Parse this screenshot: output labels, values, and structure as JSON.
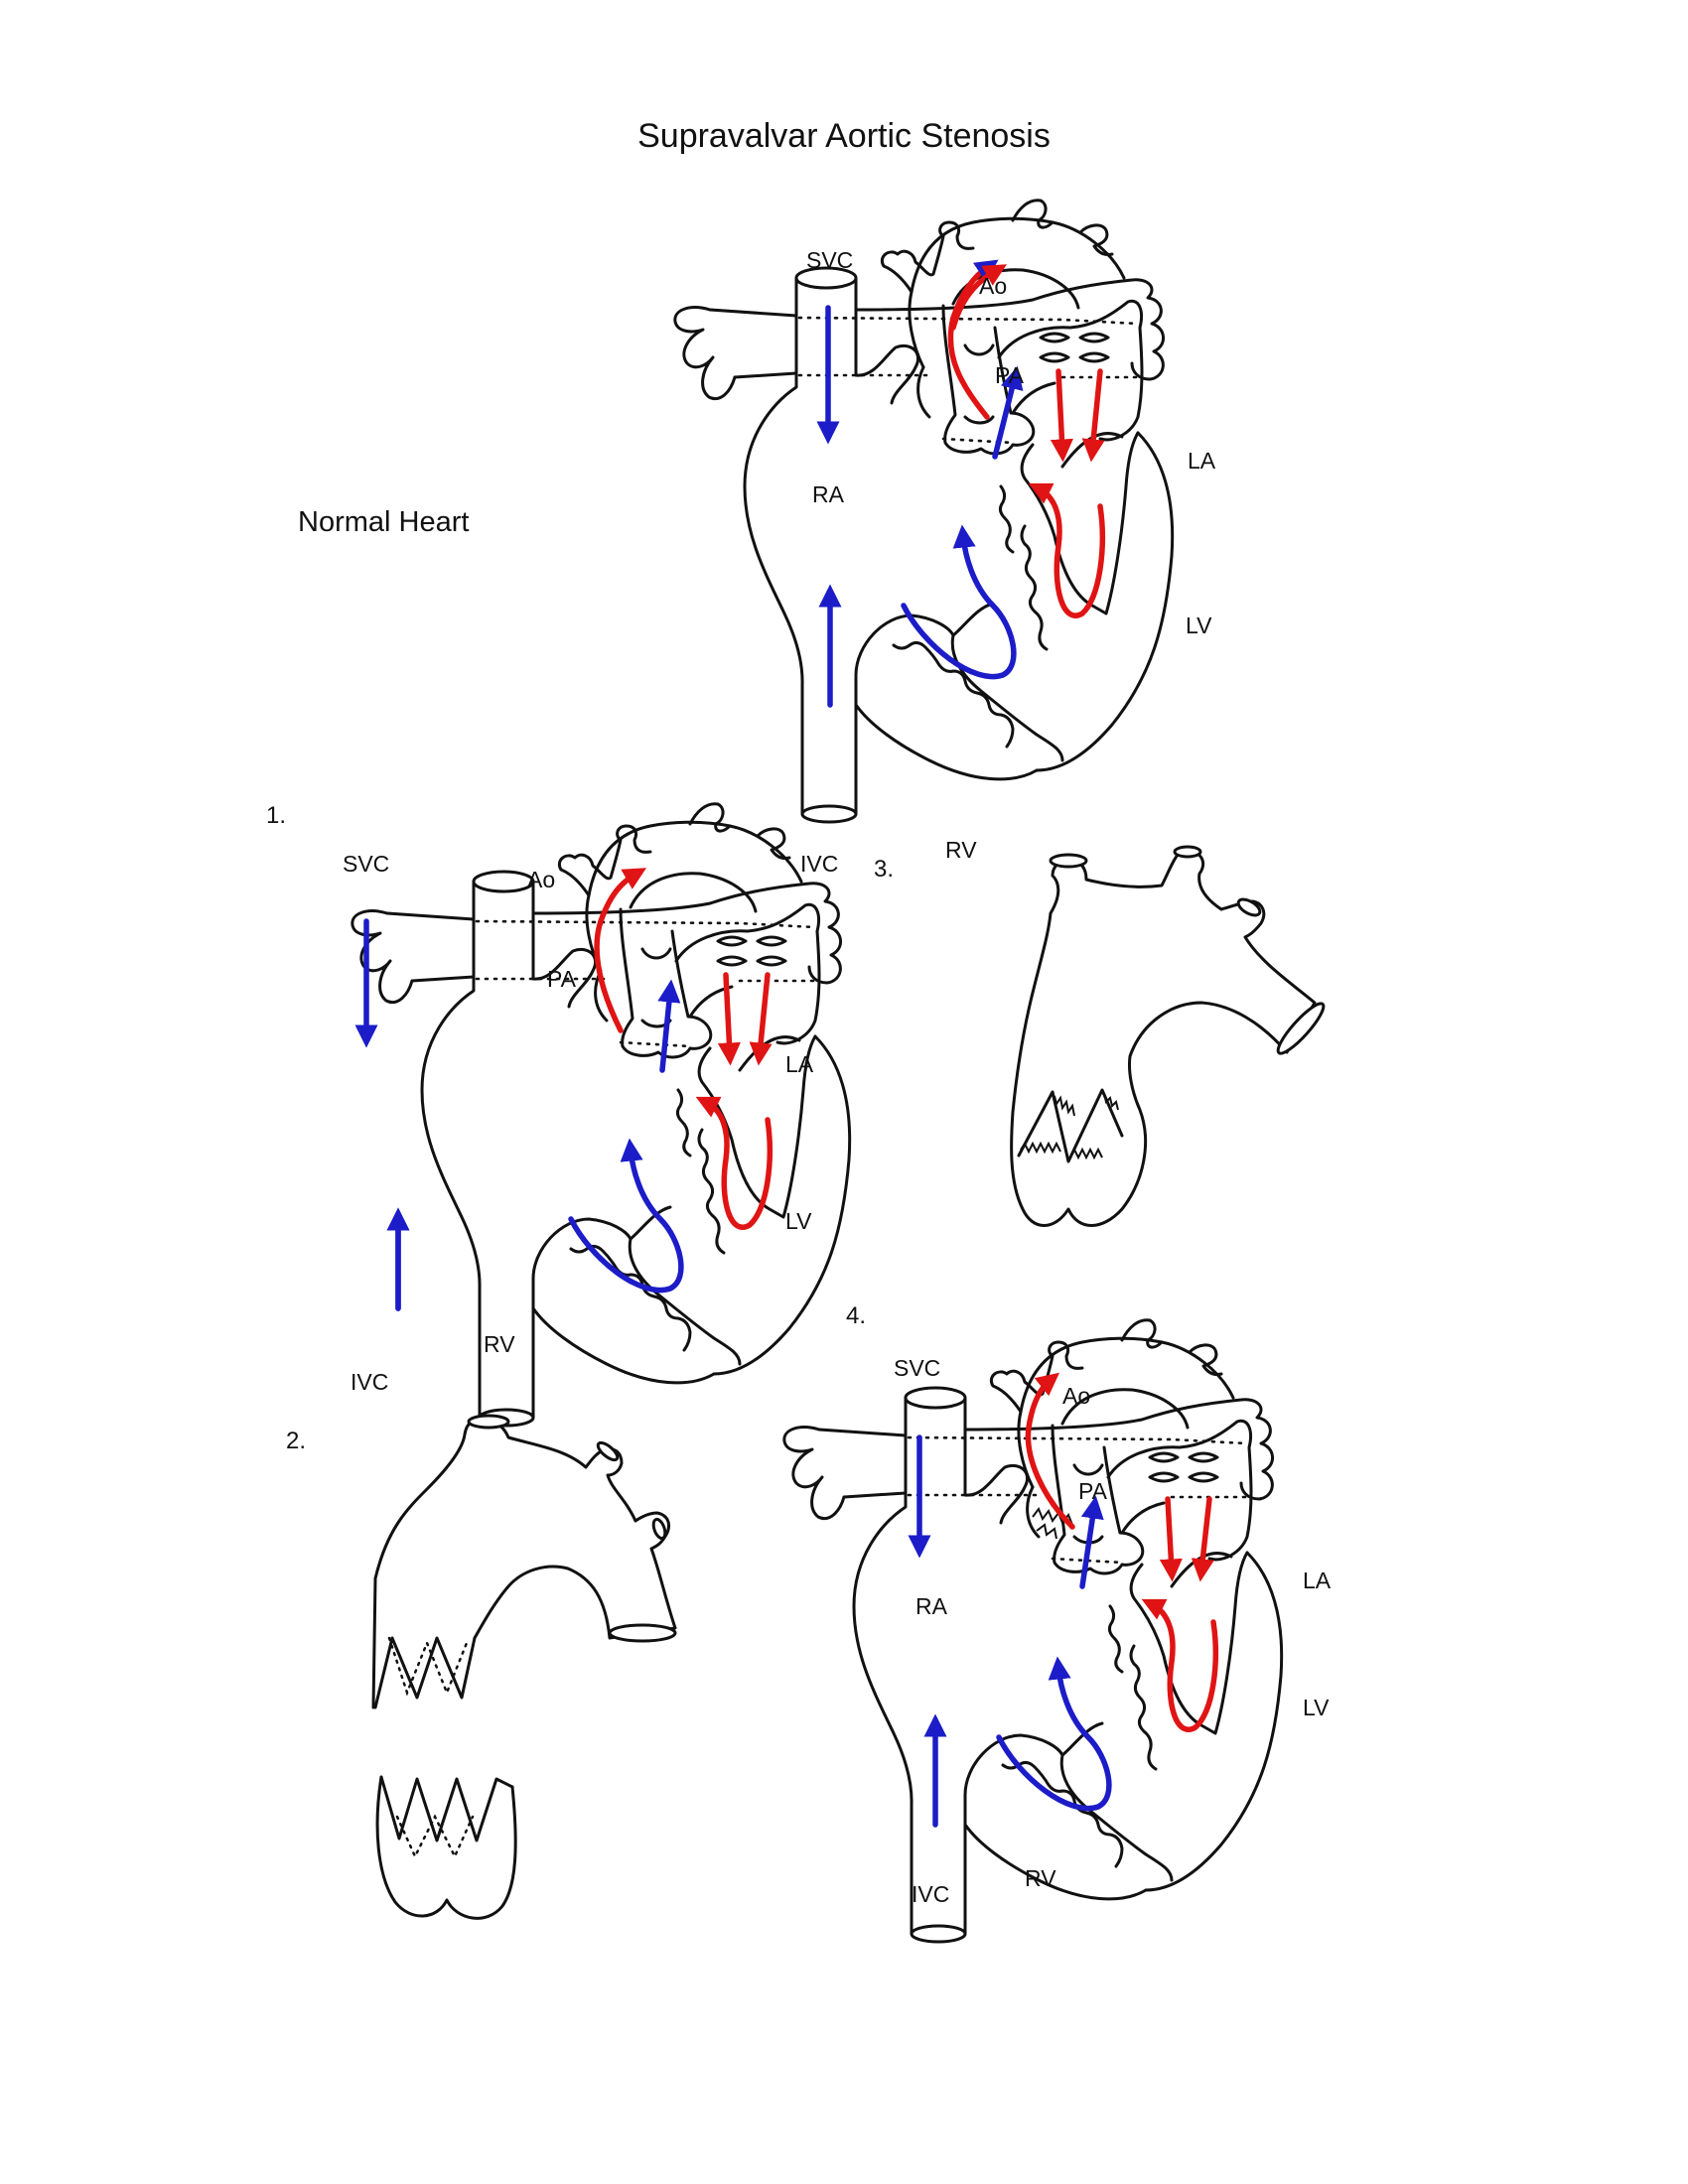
{
  "title": "Supravalvar Aortic Stenosis",
  "normal_label": "Normal Heart",
  "panel_numbers": [
    "1.",
    "2.",
    "3.",
    "4."
  ],
  "structure_labels": {
    "svc": "SVC",
    "ao": "Ao",
    "pa": "PA",
    "ra": "RA",
    "la": "LA",
    "lv": "LV",
    "rv": "RV",
    "ivc": "IVC"
  },
  "colors": {
    "deoxygenated_flow": "#1c1cc8",
    "oxygenated_flow": "#e01414",
    "outline": "#111111"
  }
}
